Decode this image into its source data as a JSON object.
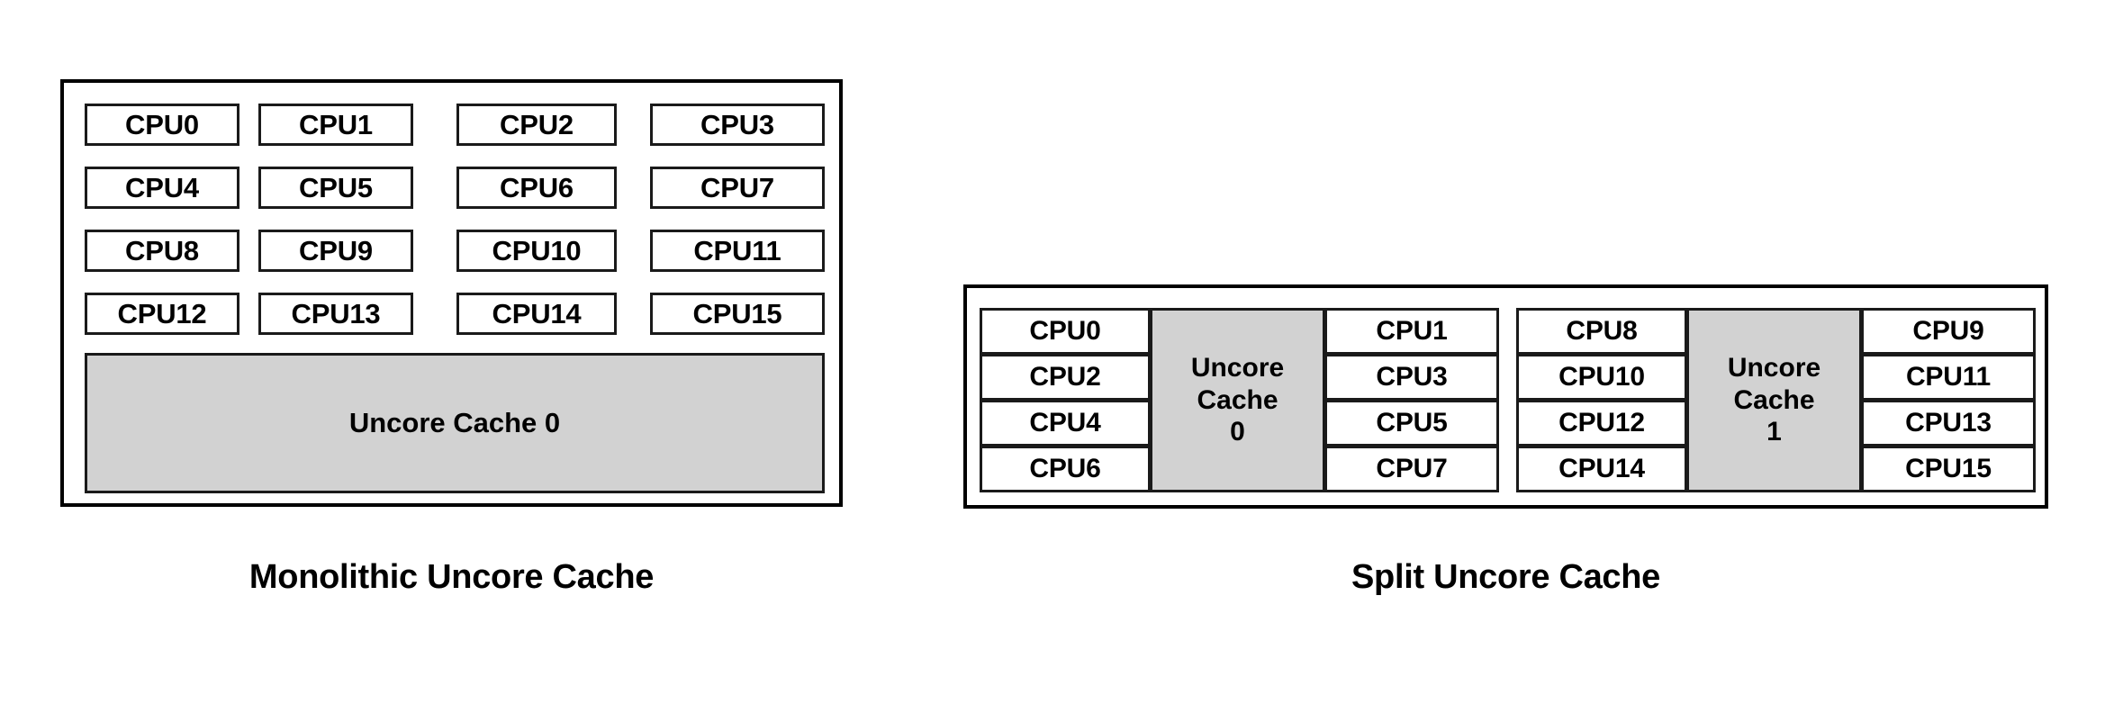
{
  "figure": {
    "background_color": "#ffffff",
    "outline_color": "#000000",
    "cache_fill_color": "#d2d2d2"
  },
  "monolithic": {
    "caption": "Monolithic Uncore Cache",
    "cpu_rows": [
      [
        "CPU0",
        "CPU1",
        "CPU2",
        "CPU3"
      ],
      [
        "CPU4",
        "CPU5",
        "CPU6",
        "CPU7"
      ],
      [
        "CPU8",
        "CPU9",
        "CPU10",
        "CPU11"
      ],
      [
        "CPU12",
        "CPU13",
        "CPU14",
        "CPU15"
      ]
    ],
    "cache": {
      "label": "Uncore Cache 0"
    }
  },
  "split": {
    "caption": "Split Uncore Cache",
    "clusters": [
      {
        "left_column": [
          "CPU0",
          "CPU2",
          "CPU4",
          "CPU6"
        ],
        "cache": {
          "line1": "Uncore",
          "line2": "Cache",
          "line3": "0"
        },
        "right_column": [
          "CPU1",
          "CPU3",
          "CPU5",
          "CPU7"
        ]
      },
      {
        "left_column": [
          "CPU8",
          "CPU10",
          "CPU12",
          "CPU14"
        ],
        "cache": {
          "line1": "Uncore",
          "line2": "Cache",
          "line3": "1"
        },
        "right_column": [
          "CPU9",
          "CPU11",
          "CPU13",
          "CPU15"
        ]
      }
    ]
  }
}
